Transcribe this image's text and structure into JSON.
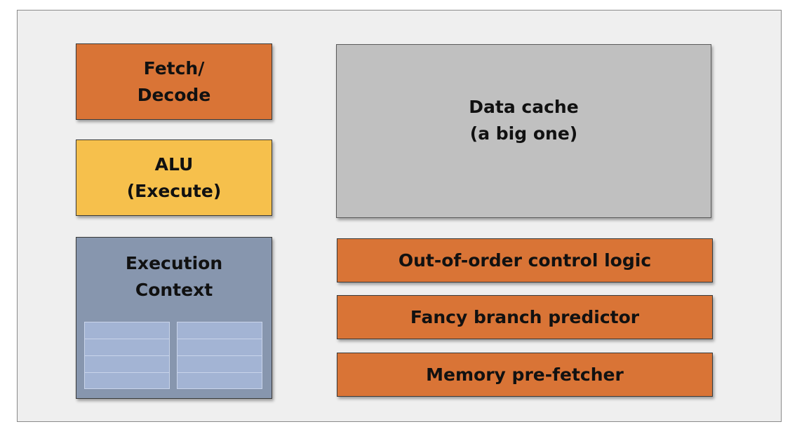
{
  "blocks": {
    "fetch_decode": {
      "line1": "Fetch/",
      "line2": "Decode"
    },
    "alu": {
      "line1": "ALU",
      "line2": "(Execute)"
    },
    "execution_context": {
      "line1": "Execution",
      "line2": "Context",
      "register_columns": 2,
      "register_rows": 4
    },
    "data_cache": {
      "line1": "Data cache",
      "line2": "(a big one)"
    },
    "ooo_logic": {
      "label": "Out-of-order control logic"
    },
    "branch_predictor": {
      "label": "Fancy branch predictor"
    },
    "prefetcher": {
      "label": "Memory pre-fetcher"
    }
  },
  "colors": {
    "orange": "#d97436",
    "yellow": "#f6c04c",
    "gray": "#c0c0c0",
    "slate": "#8796ae",
    "register": "#a3b4d4"
  }
}
